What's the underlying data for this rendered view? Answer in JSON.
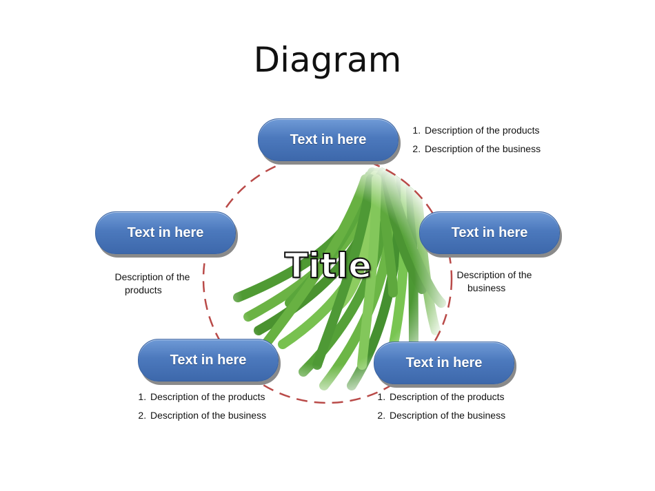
{
  "slide": {
    "title": "Diagram",
    "center_title": "Title"
  },
  "image": {
    "subject": "green chives bundle"
  },
  "colors": {
    "pill_top": "#6f9ad6",
    "pill_bottom": "#3d68ab",
    "circle_dash": "#b94a48",
    "text": "#111111"
  },
  "nodes": {
    "top": {
      "label": "Text in here",
      "items": [
        "Description of the products",
        "Description of the business"
      ]
    },
    "left": {
      "label": "Text in here",
      "description": [
        "Description of the",
        "products"
      ]
    },
    "right": {
      "label": "Text in here",
      "description": [
        "Description of the",
        "business"
      ]
    },
    "bottom_left": {
      "label": "Text in here",
      "items": [
        "Description of the products",
        "Description of the business"
      ]
    },
    "bottom_right": {
      "label": "Text in here",
      "items": [
        "Description of the products",
        "Description of the business"
      ]
    }
  }
}
